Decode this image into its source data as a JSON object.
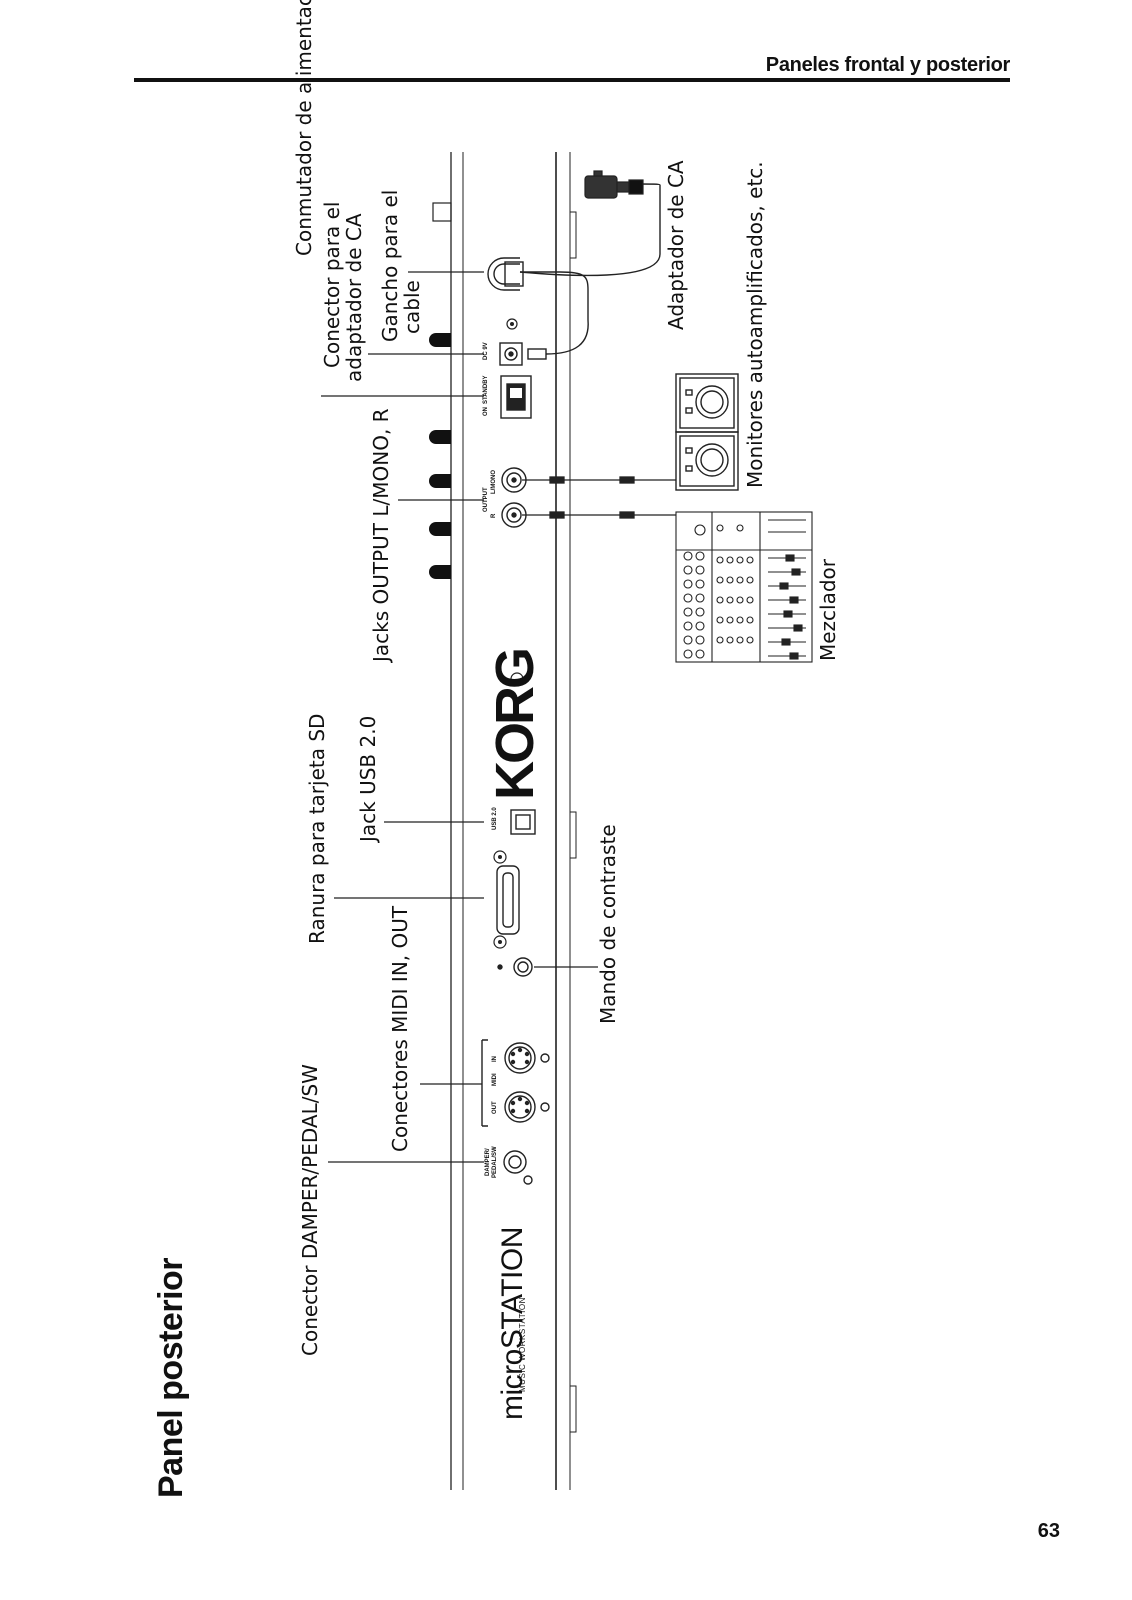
{
  "header": {
    "title": "Paneles frontal y posterior"
  },
  "section": {
    "title": "Panel posterior"
  },
  "page_number": "63",
  "labels": {
    "power_switch": "Conmutador de alimentación",
    "ac_connector_line1": "Conector para el",
    "ac_connector_line2": "adaptador de CA",
    "cable_hook_line1": "Gancho para el",
    "cable_hook_line2": "cable",
    "ac_adapter": "Adaptador de CA",
    "self_powered_monitors_1": "Monitores autoamplificados, etc.",
    "self_powered_monitors_2": "Monitores autoamplificados, etc.",
    "output_jacks": "Jacks OUTPUT L/MONO, R",
    "mixer": "Mezclador",
    "sd_slot": "Ranura para tarjeta SD",
    "usb_jack": "Jack USB 2.0",
    "contrast_knob": "Mando de contraste",
    "midi_connectors": "Conectores MIDI IN, OUT",
    "damper_connector": "Conector DAMPER/PEDAL/SW"
  },
  "panel_markings": {
    "dc_in": "DC 9V",
    "standby": "STANDBY",
    "on": "ON",
    "output": "OUTPUT",
    "l_mono": "L/MONO",
    "r": "R",
    "usb": "USB 2.0",
    "midi": "MIDI",
    "midi_in": "IN",
    "midi_out": "OUT",
    "damper": "DAMPER/",
    "pedal_sw": "PEDAL/SW",
    "brand": "KORG",
    "model": "microSTATION",
    "model_sub": "MUSIC WORKSTATION"
  }
}
